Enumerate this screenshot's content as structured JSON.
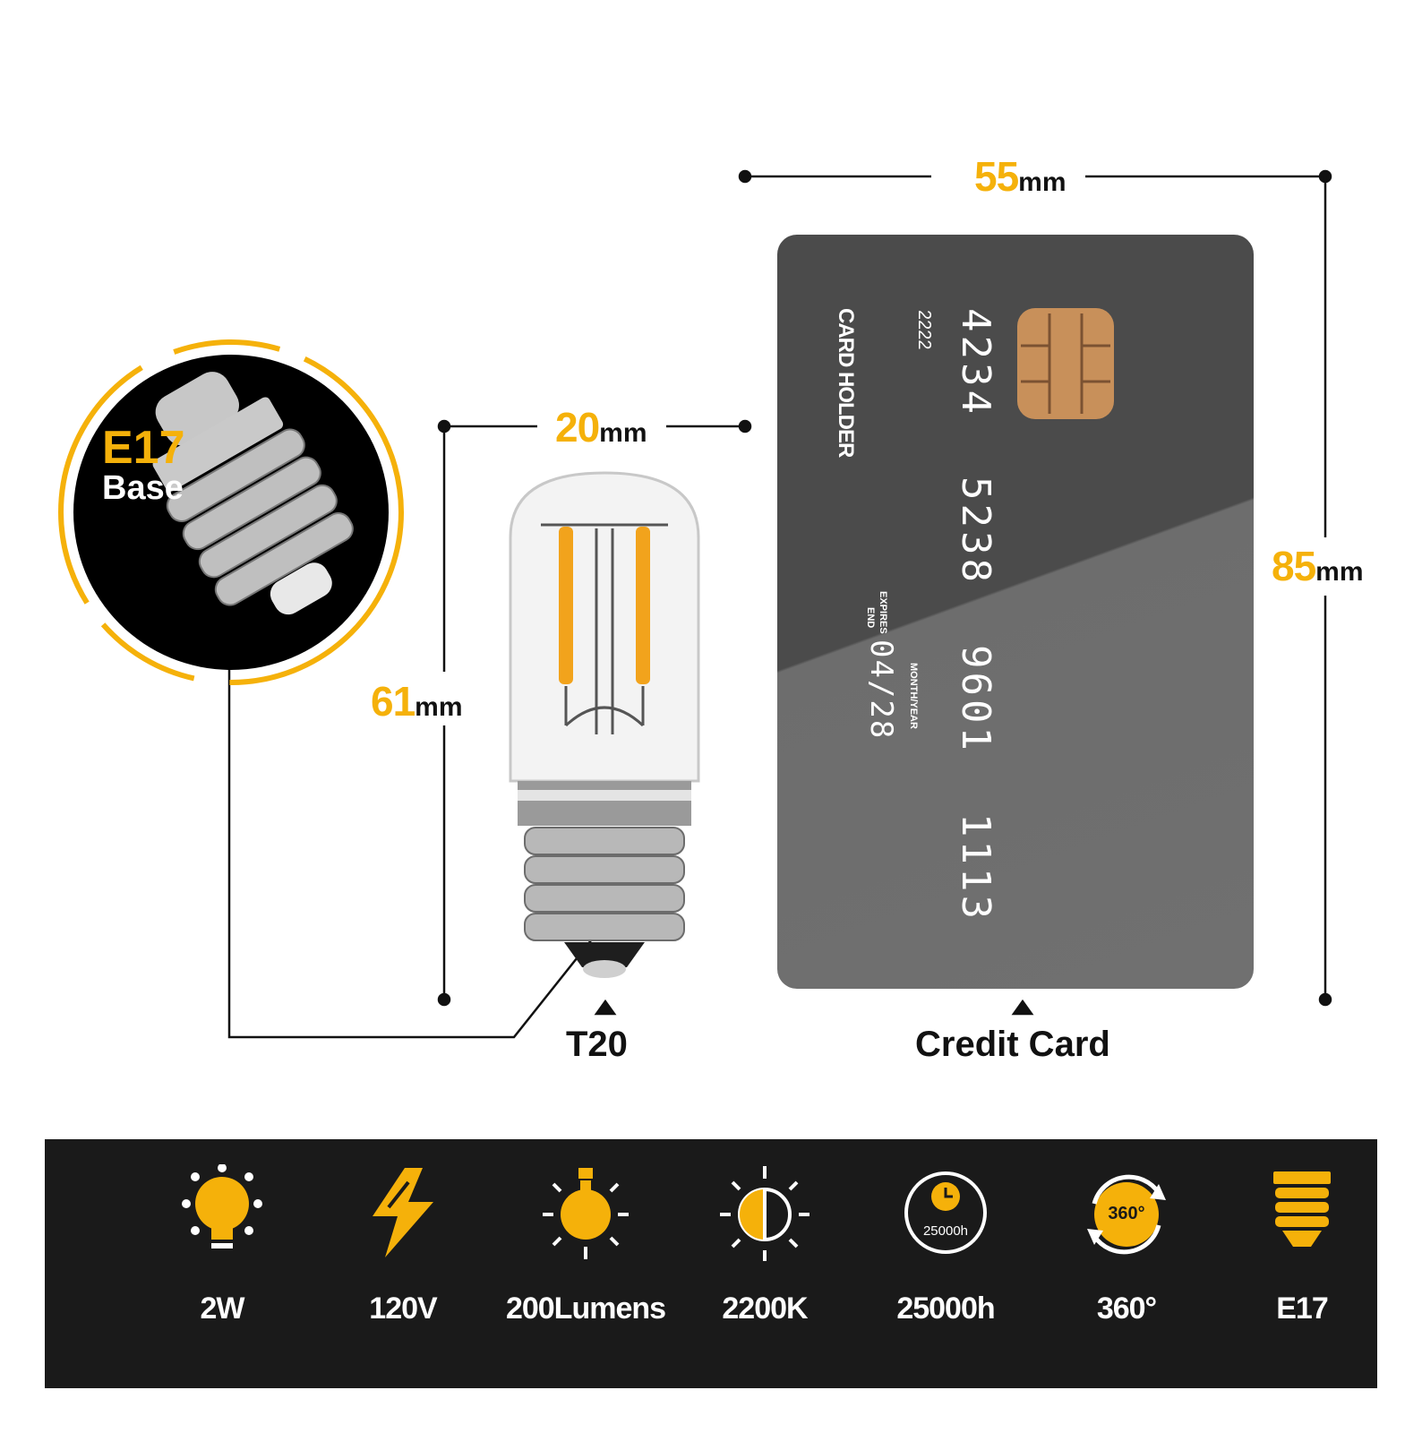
{
  "dimensions": {
    "card_width": {
      "value": "55",
      "unit": "mm"
    },
    "card_height": {
      "value": "85",
      "unit": "mm"
    },
    "bulb_width": {
      "value": "20",
      "unit": "mm"
    },
    "bulb_height": {
      "value": "61",
      "unit": "mm"
    }
  },
  "callout": {
    "line1": "E17",
    "line2": "Base"
  },
  "captions": {
    "bulb": "T20",
    "card": "Credit Card"
  },
  "credit_card": {
    "number_groups": [
      "4234",
      "5238",
      "9601",
      "1113"
    ],
    "small_number": "2222",
    "holder": "CARD HOLDER",
    "expires_label_1": "EXPIRES",
    "expires_label_2": "END",
    "month_year_label": "MONTH/YEAR",
    "expiry": "04/28"
  },
  "specs": [
    {
      "icon": "bulb-power-icon",
      "label": "2W"
    },
    {
      "icon": "lightning-icon",
      "label": "120V"
    },
    {
      "icon": "bulb-rays-icon",
      "label": "200Lumens"
    },
    {
      "icon": "color-temperature-icon",
      "label": "2200K"
    },
    {
      "icon": "lifespan-clock-icon",
      "icon_text": "25000h",
      "label": "25000h"
    },
    {
      "icon": "rotation-360-icon",
      "icon_text": "360°",
      "label": "360°"
    },
    {
      "icon": "screw-base-icon",
      "label": "E17"
    }
  ],
  "colors": {
    "accent": "#f5b10a",
    "bar": "#1a1a1a",
    "card": "#4b4b4b",
    "chip": "#c8905a"
  }
}
